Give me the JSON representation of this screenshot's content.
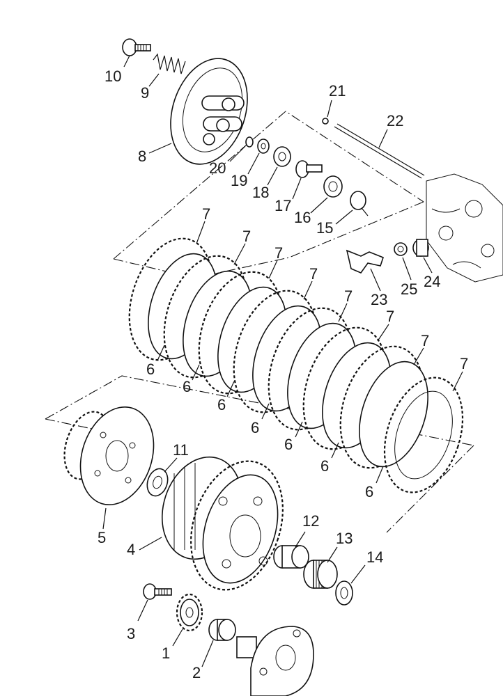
{
  "labels": {
    "n1": "1",
    "n2": "2",
    "n3": "3",
    "n4": "4",
    "n5": "5",
    "n6a": "6",
    "n6b": "6",
    "n6c": "6",
    "n6d": "6",
    "n6e": "6",
    "n6f": "6",
    "n6g": "6",
    "n7a": "7",
    "n7b": "7",
    "n7c": "7",
    "n7d": "7",
    "n7e": "7",
    "n7f": "7",
    "n7g": "7",
    "n7h": "7",
    "n8": "8",
    "n9": "9",
    "n10": "10",
    "n11": "11",
    "n12": "12",
    "n13": "13",
    "n14": "14",
    "n15": "15",
    "n16": "16",
    "n17": "17",
    "n18": "18",
    "n19": "19",
    "n20": "20",
    "n21": "21",
    "n22": "22",
    "n23": "23",
    "n24": "24",
    "n25": "25"
  }
}
